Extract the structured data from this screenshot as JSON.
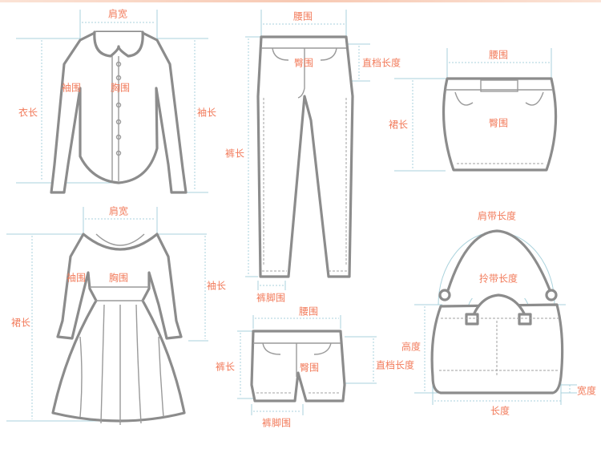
{
  "colors": {
    "label": "#f27b5b",
    "guide": "#a9d2dc",
    "outline": "#8c8c8c"
  },
  "shirt": {
    "shoulder": "肩宽",
    "sleeve_circ": "袖围",
    "chest": "胸围",
    "length": "衣长",
    "sleeve_length": "袖长"
  },
  "pants": {
    "waist": "腰围",
    "hip": "臀围",
    "rise": "直档长度",
    "length": "裤长",
    "hem": "裤脚围"
  },
  "skirt": {
    "waist": "腰围",
    "hip": "臀围",
    "length": "裙长"
  },
  "dress": {
    "shoulder": "肩宽",
    "sleeve_circ": "袖围",
    "chest": "胸围",
    "sleeve_length": "袖长",
    "length": "裙长"
  },
  "shorts": {
    "waist": "腰围",
    "hip": "臀围",
    "rise": "直档长度",
    "length": "裤长",
    "hem": "裤脚围"
  },
  "bag": {
    "shoulder_strap": "肩带长度",
    "handle": "拎带长度",
    "height": "高度",
    "width": "宽度",
    "length": "长度"
  }
}
